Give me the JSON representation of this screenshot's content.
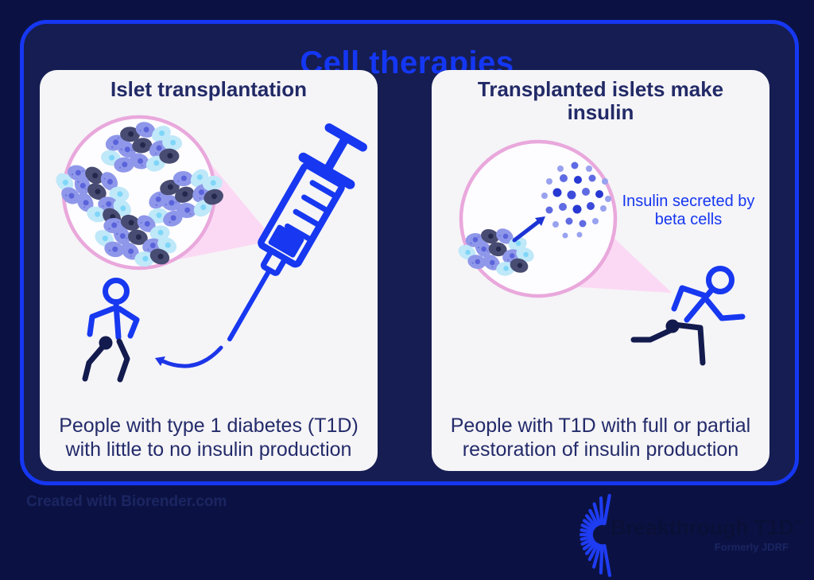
{
  "title": "Cell therapies",
  "panels": {
    "left": {
      "title": "Islet transplantation",
      "caption": "People with type 1 diabetes (T1D) with little to no insulin production"
    },
    "right": {
      "title": "Transplanted islets make insulin",
      "circle_label": "Insulin secreted by beta cells",
      "caption": "People with T1D with full or partial restoration of insulin production"
    }
  },
  "footer": {
    "credit": "Created with Biorender.com",
    "logo_text": "Breakthrough T1D",
    "logo_tm": "™",
    "logo_subtext": "Formerly JDRF"
  },
  "icons": {
    "left_panel": [
      "magnified-islet-circle",
      "pink-callout-wedge",
      "islet-cell-cluster",
      "syringe-icon",
      "standing-person-icon",
      "curved-arrow-icon"
    ],
    "right_panel": [
      "magnified-islet-circle",
      "pink-callout-wedge",
      "islet-cell-cluster",
      "insulin-dots",
      "secretion-arrow-icon",
      "running-person-icon"
    ],
    "footer": [
      "sunburst-icon"
    ]
  },
  "colors": {
    "accent_blue": "#1637f2",
    "dark_navy_text": "#232b6a",
    "background_outer": "#0b1243",
    "background_inner": "#161d52",
    "panel_background": "#f5f4f7",
    "pink_circle_border": "#e9a8dc",
    "pink_wedge": "#fbd9f4",
    "cell_cyan": "#bfe8f9",
    "cell_periwinkle": "#8e97e9",
    "cell_dark": "#484c72",
    "figure_lower_navy": "#131b4e"
  }
}
